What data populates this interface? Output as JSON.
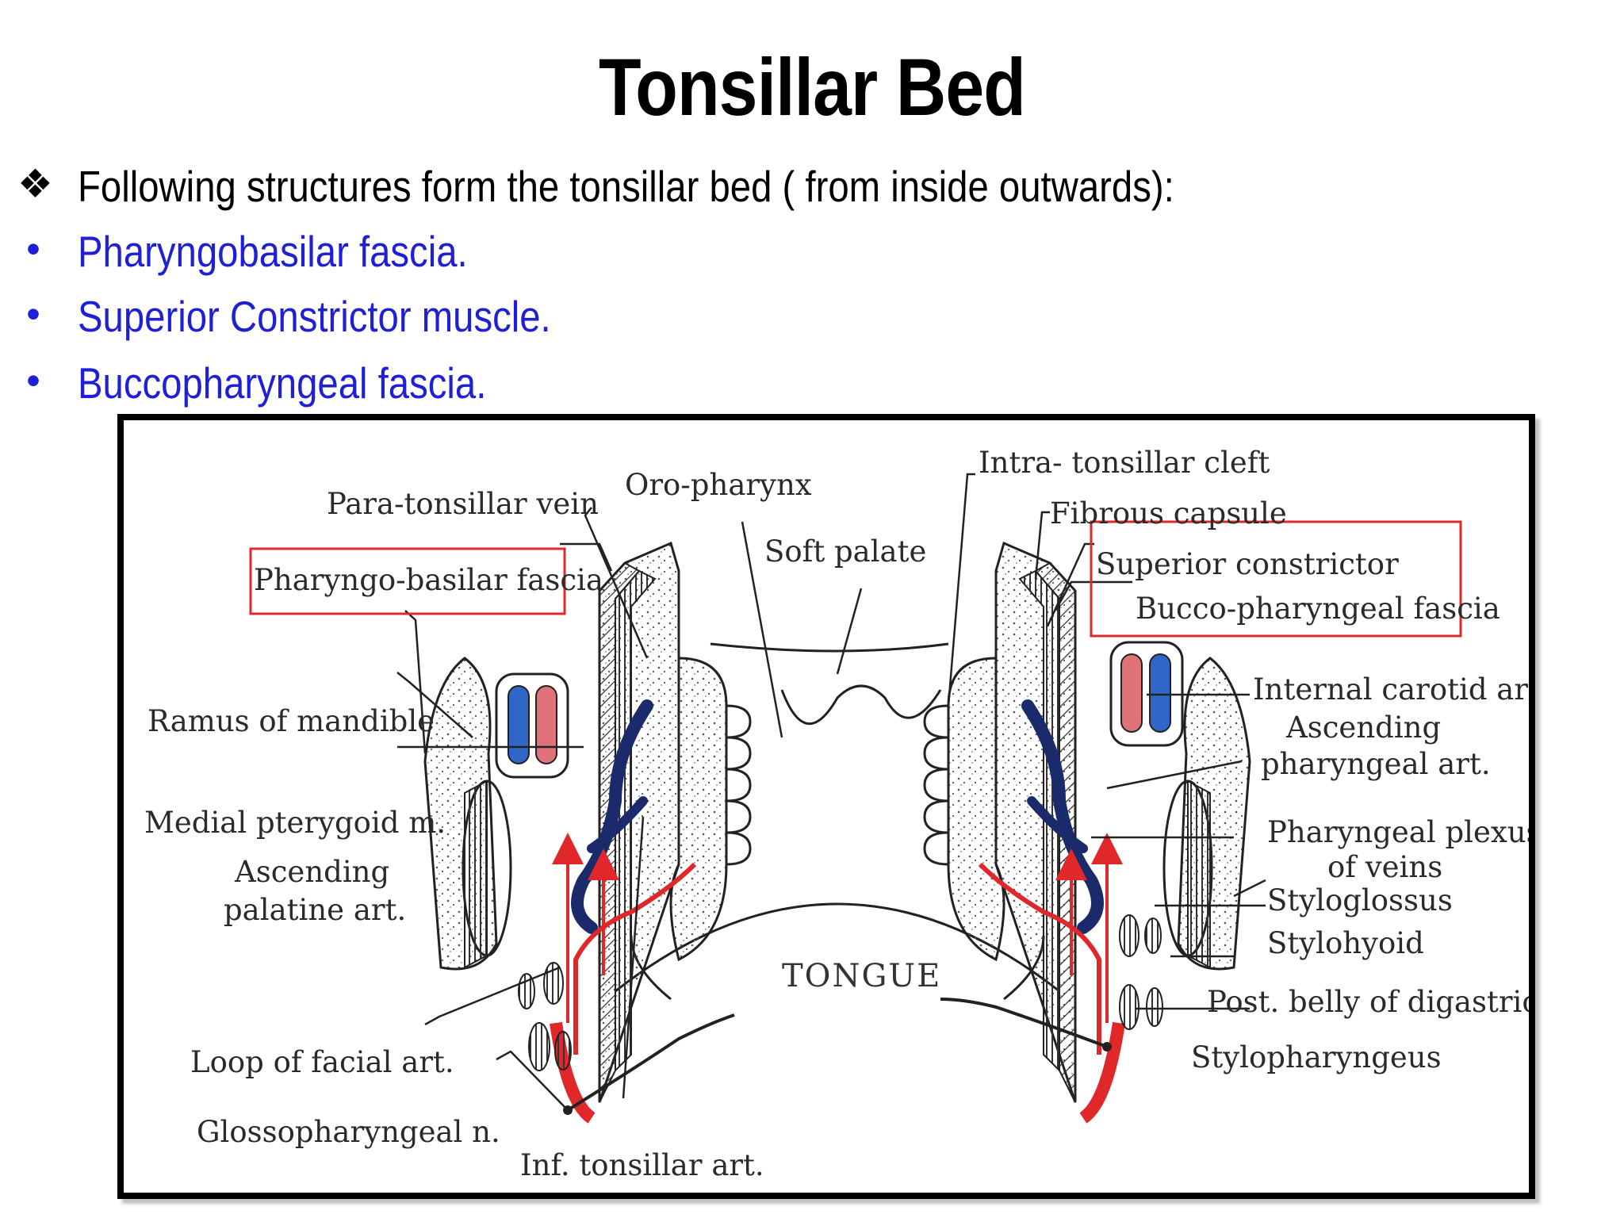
{
  "title": "Tonsillar Bed",
  "intro": {
    "marker": "❖",
    "text": "Following structures form the tonsillar bed ( from inside outwards):"
  },
  "bullets": [
    {
      "marker": "•",
      "text": "Pharyngobasilar fascia."
    },
    {
      "marker": "•",
      "text": "Superior Constrictor muscle."
    },
    {
      "marker": "•",
      "text": "Buccopharyngeal fascia."
    }
  ],
  "colors": {
    "bullet_text": "#1f1fd6",
    "highlight_box": "#e0282a",
    "artery": "#e0282a",
    "vein": "#1a2a6a",
    "vessel_blue": "#2f66c8"
  },
  "diagram": {
    "labels": {
      "para_tonsillar_vein": "Para-tonsillar vein",
      "oro_pharynx": "Oro-pharynx",
      "intra_tonsillar_cleft": "Intra- tonsillar cleft",
      "fibrous_capsule": "Fibrous capsule",
      "soft_palate": "Soft palate",
      "pharyngo_basilar_fascia": "Pharyngo-basilar fascia",
      "superior_constrictor": "Superior constrictor",
      "bucco_pharyngeal_fascia": "Bucco-pharyngeal fascia",
      "ramus_of_mandible": "Ramus of mandible",
      "medial_pterygoid": "Medial pterygoid m.",
      "ascending_palatine_1": "Ascending",
      "ascending_palatine_2": "palatine art.",
      "internal_carotid": "Internal carotid art.",
      "ascending_pharyngeal_1": "Ascending",
      "ascending_pharyngeal_2": "pharyngeal art.",
      "pharyngeal_plexus_1": "Pharyngeal plexus",
      "pharyngeal_plexus_2": "of veins",
      "styloglossus": "Styloglossus",
      "stylohyoid": "Stylohyoid",
      "post_belly_digastric": "Post. belly of digastric",
      "stylopharyngeus": "Stylopharyngeus",
      "tongue": "TONGUE",
      "loop_of_facial": "Loop of facial art.",
      "glossopharyngeal": "Glossopharyngeal n.",
      "inf_tonsillar": "Inf. tonsillar art."
    }
  }
}
